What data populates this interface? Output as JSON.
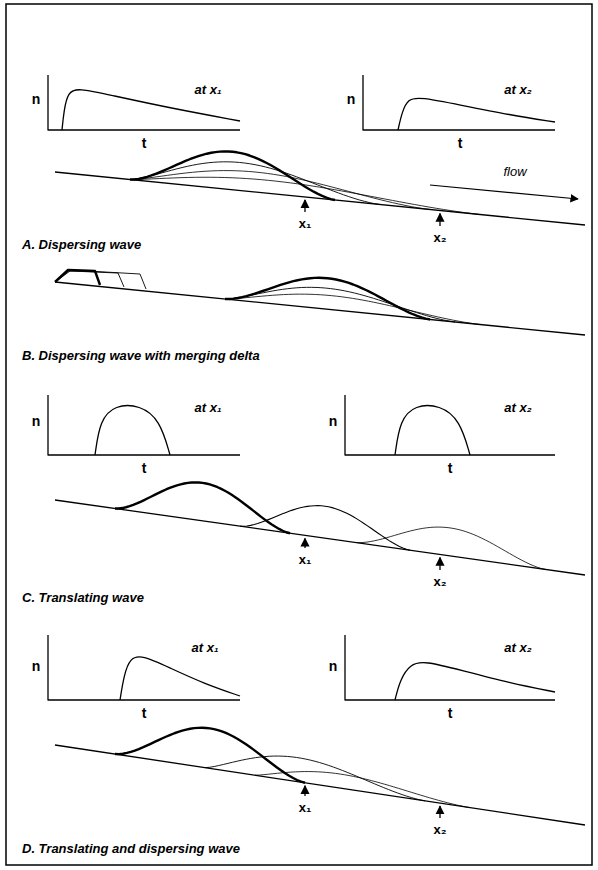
{
  "diagram": {
    "labels": [
      "n",
      "t",
      "at x₁",
      "n",
      "t",
      "at x₂",
      "flow",
      "x₁",
      "x₂",
      "A. Dispersing wave",
      "B. Dispersing wave with merging delta",
      "n",
      "t",
      "at x₁",
      "n",
      "t",
      "at x₂",
      "x₁",
      "x₂",
      "C. Translating wave",
      "n",
      "t",
      "at x₁",
      "n",
      "t",
      "at x₂",
      "x₁",
      "x₂",
      "D. Translating and dispersing wave"
    ]
  }
}
